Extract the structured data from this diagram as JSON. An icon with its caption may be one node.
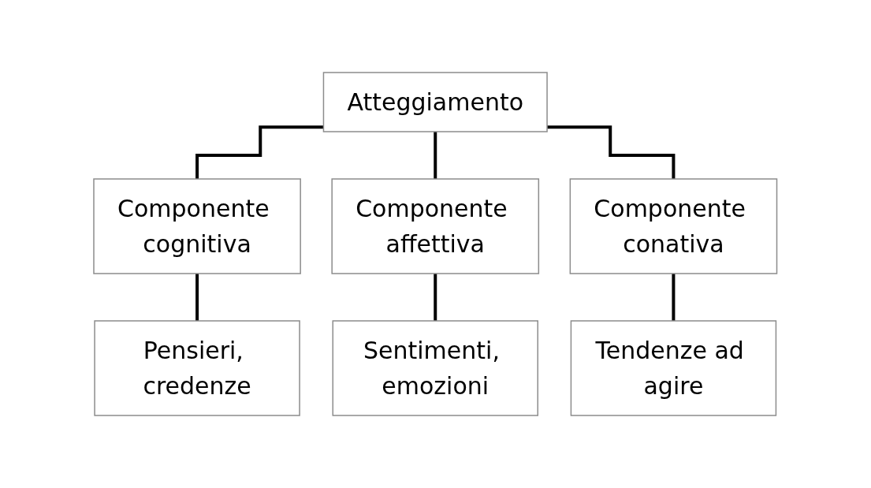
{
  "diagram": {
    "nodes": [
      {
        "text": [
          "Atteggiamento"
        ]
      },
      {
        "text": [
          "Componente cognitiva"
        ]
      },
      {
        "text": [
          "Componente affettiva"
        ]
      },
      {
        "text": [
          "Componente conativa"
        ]
      },
      {
        "text": [
          "Pensieri, credenze"
        ]
      },
      {
        "text": [
          "Sentimenti, emozioni"
        ]
      },
      {
        "text": [
          "Tendenze ad agire"
        ]
      }
    ],
    "edges": [
      {
        "from": 0,
        "to": 1,
        "arrow": "none"
      },
      {
        "from": 0,
        "to": 2,
        "arrow": "none"
      },
      {
        "from": 0,
        "to": 3,
        "arrow": "none"
      },
      {
        "from": 1,
        "to": 4,
        "arrow": "none"
      },
      {
        "from": 2,
        "to": 5,
        "arrow": "none"
      },
      {
        "from": 3,
        "to": 6,
        "arrow": "none"
      }
    ]
  }
}
